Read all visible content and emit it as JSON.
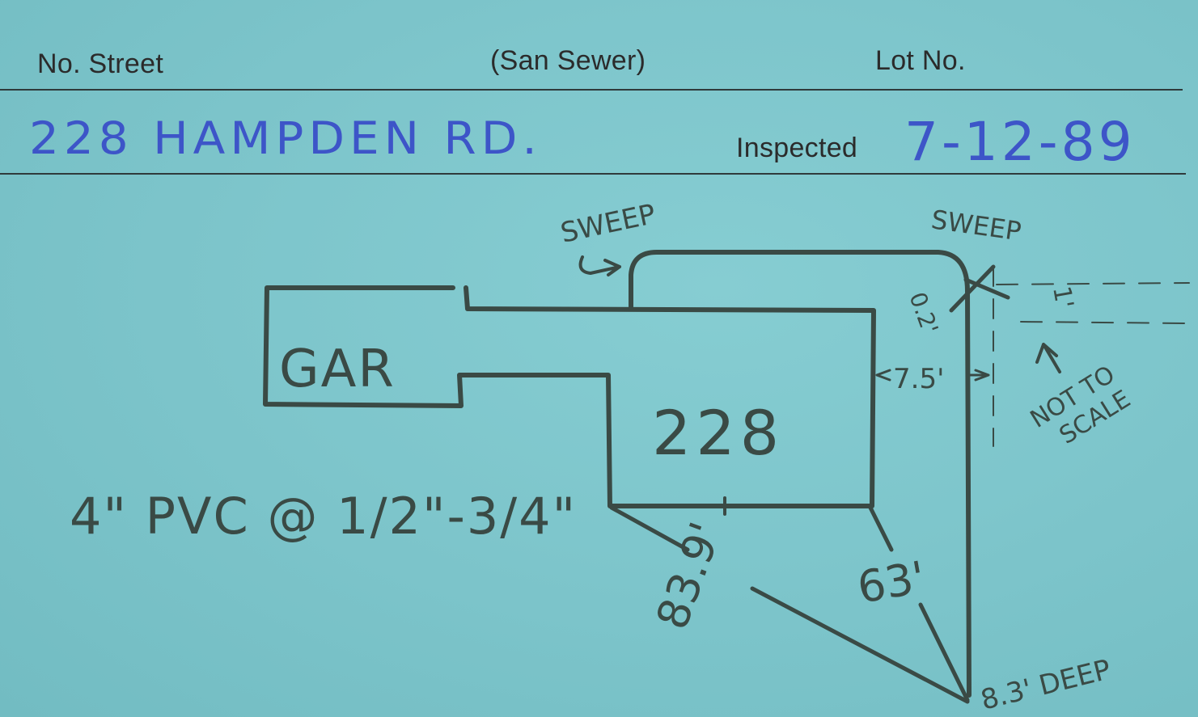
{
  "form": {
    "label_street": "No. Street",
    "label_sewer": "(San Sewer)",
    "label_lot": "Lot No.",
    "label_inspected": "Inspected"
  },
  "entry": {
    "address": "228 HAMPDEN RD.",
    "inspected_date": "7-12-89"
  },
  "sketch": {
    "garage_label": "GAR",
    "house_label": "228",
    "sweep_left": "SWEEP",
    "sweep_right": "SWEEP",
    "dim_0_2": "0.2'",
    "dim_1": "1'",
    "dim_7_5": "7.5'",
    "dim_83_9": "83.9'",
    "dim_63": "63'",
    "depth": "8.3' DEEP",
    "not_to_scale": "NOT TO",
    "not_to_scale_2": "SCALE",
    "pipe_note": "4\" PVC @ 1/2\"-3/4\""
  },
  "colors": {
    "card": "#7fc7cc",
    "pencil": "#3a4a45",
    "ink_blue": "#3d55c8",
    "print": "#2b2b2b"
  }
}
